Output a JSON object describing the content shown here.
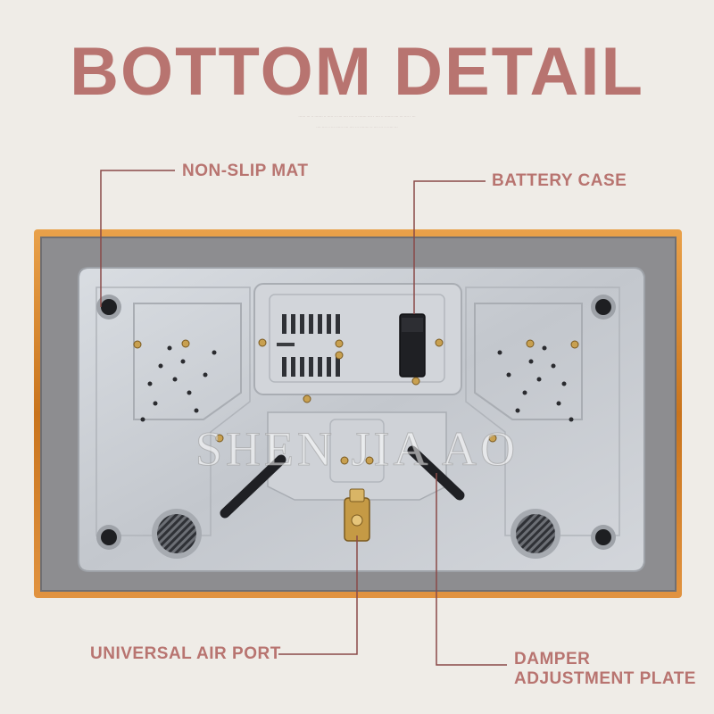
{
  "title": "BOTTOM DETAIL",
  "fine_print": {
    "line1": "······ ··· ·· ······· ·· ····· ·· ···· ···· ···· ·· ······· ···· · ···· ·· ······· ···· ··· ···· · ···",
    "line2": "···· ···· ·· ··· ······ ···· ···· ··· ········ ·· ···· ··· ·· ····· ···"
  },
  "callouts": {
    "non_slip_mat": "NON-SLIP MAT",
    "battery_case": "BATTERY CASE",
    "universal_air_port": "UNIVERSAL AIR PORT",
    "damper_line1": "DAMPER",
    "damper_line2": "ADJUSTMENT PLATE"
  },
  "watermark": "SHEN JIA AO",
  "colors": {
    "background": "#efece7",
    "accent": "#b87470",
    "frame_orange": "#d98a2a",
    "mat_gray": "#8d8d90",
    "plate_silver": "#c9cdd3",
    "leader_line": "#8a4a48"
  }
}
